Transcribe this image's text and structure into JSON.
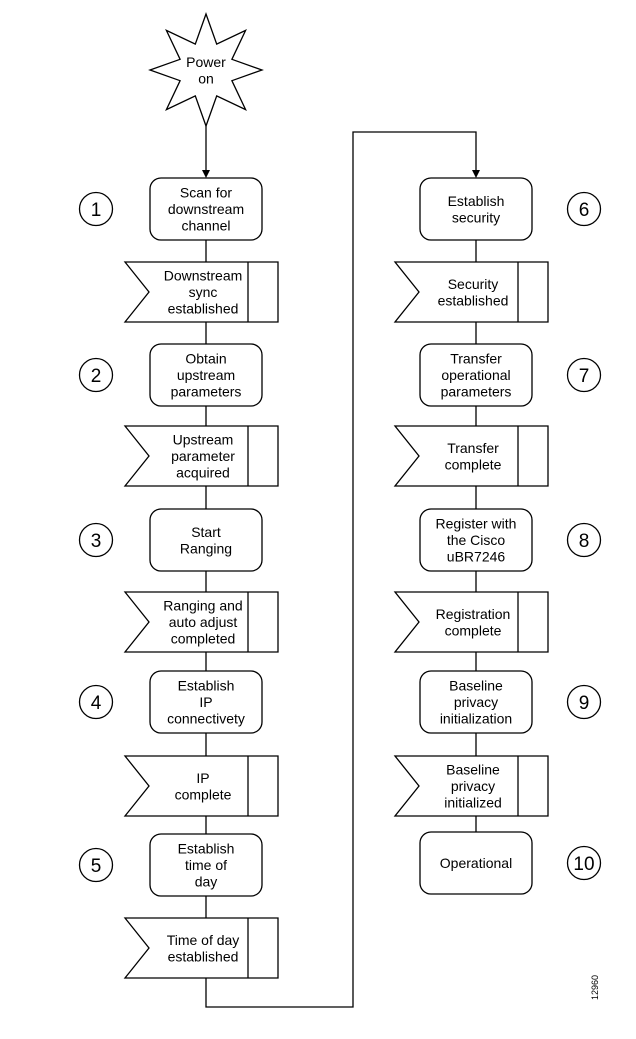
{
  "start": {
    "label": [
      "Power",
      "on"
    ]
  },
  "left_column": [
    {
      "kind": "process",
      "label": [
        "Scan for",
        "downstream",
        "channel"
      ],
      "step": "1"
    },
    {
      "kind": "state",
      "label": [
        "Downstream",
        "sync",
        "established"
      ]
    },
    {
      "kind": "process",
      "label": [
        "Obtain",
        "upstream",
        "parameters"
      ],
      "step": "2"
    },
    {
      "kind": "state",
      "label": [
        "Upstream",
        "parameter",
        "acquired"
      ]
    },
    {
      "kind": "process",
      "label": [
        "Start",
        "Ranging"
      ],
      "step": "3"
    },
    {
      "kind": "state",
      "label": [
        "Ranging and",
        "auto adjust",
        "completed"
      ]
    },
    {
      "kind": "process",
      "label": [
        "Establish",
        "IP",
        "connectivety"
      ],
      "step": "4"
    },
    {
      "kind": "state",
      "label": [
        "IP",
        "complete"
      ]
    },
    {
      "kind": "process",
      "label": [
        "Establish",
        "time of",
        "day"
      ],
      "step": "5"
    },
    {
      "kind": "state",
      "label": [
        "Time of day",
        "established"
      ]
    }
  ],
  "right_column": [
    {
      "kind": "process",
      "label": [
        "Establish",
        "security"
      ],
      "step": "6"
    },
    {
      "kind": "state",
      "label": [
        "Security",
        "established"
      ]
    },
    {
      "kind": "process",
      "label": [
        "Transfer",
        "operational",
        "parameters"
      ],
      "step": "7"
    },
    {
      "kind": "state",
      "label": [
        "Transfer",
        "complete"
      ]
    },
    {
      "kind": "process",
      "label": [
        "Register with",
        "the Cisco",
        "uBR7246"
      ],
      "step": "8"
    },
    {
      "kind": "state",
      "label": [
        "Registration",
        "complete"
      ]
    },
    {
      "kind": "process",
      "label": [
        "Baseline",
        "privacy",
        "initialization"
      ],
      "step": "9"
    },
    {
      "kind": "state",
      "label": [
        "Baseline",
        "privacy",
        "initialized"
      ]
    },
    {
      "kind": "process",
      "label": [
        "Operational"
      ],
      "step": "10"
    }
  ],
  "figure_id": "12960"
}
